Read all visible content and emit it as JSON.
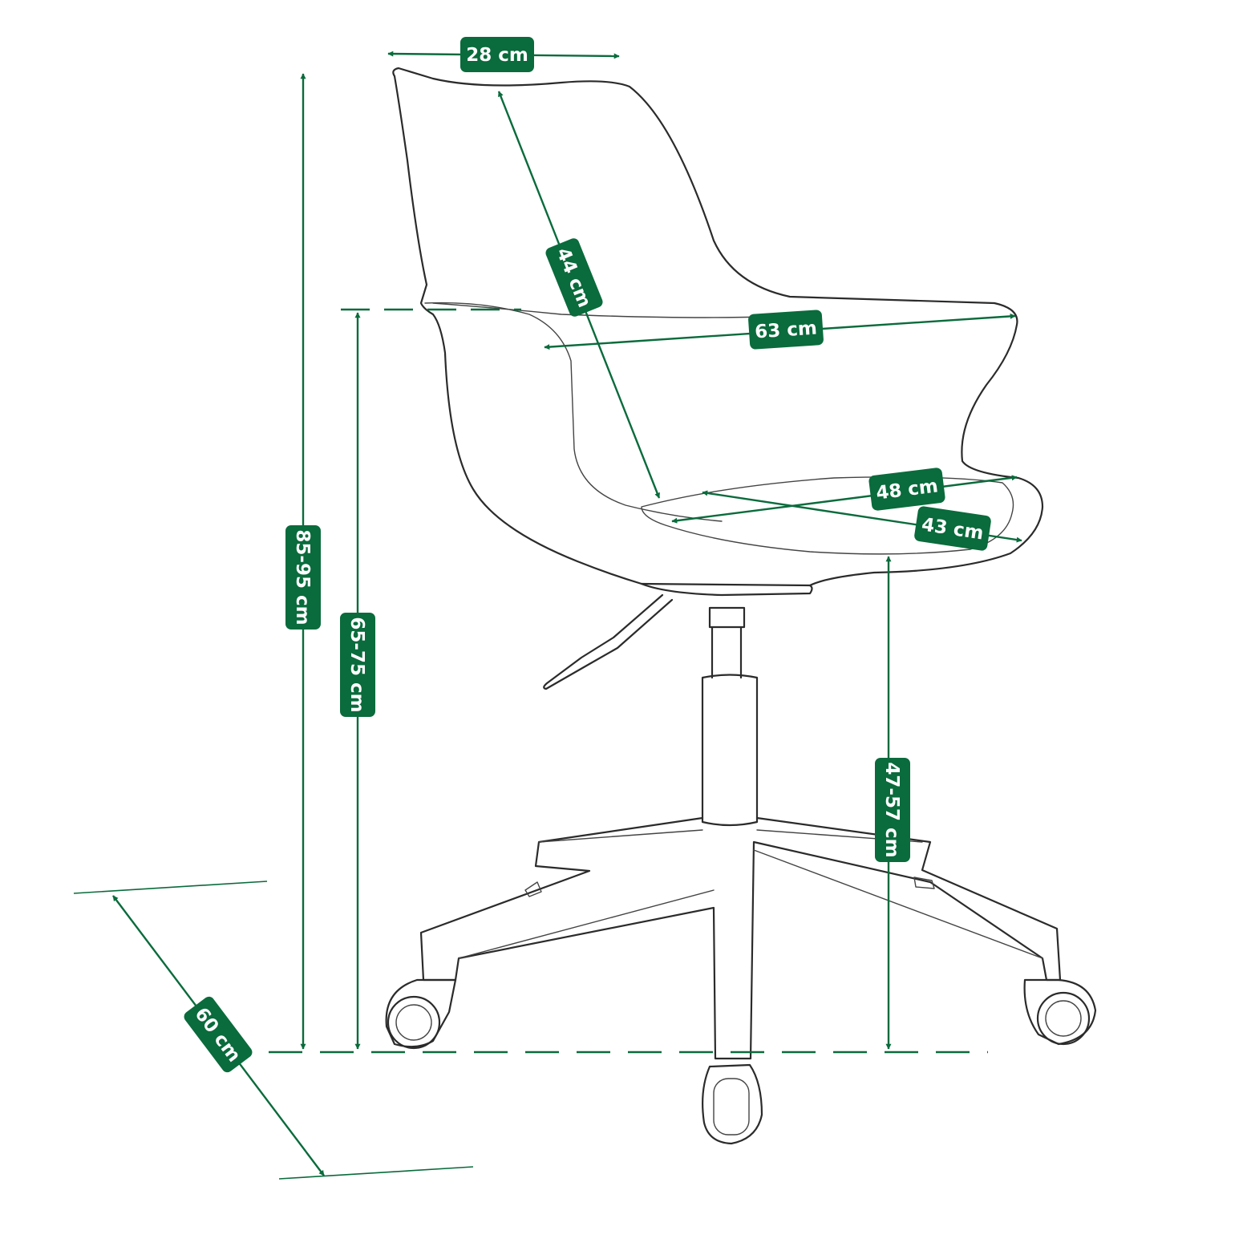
{
  "colors": {
    "accent": "#0a6b3c",
    "outline": "#2b2b2b",
    "label_text": "#ffffff",
    "background": "#ffffff"
  },
  "product": "swivel-office-chair-line-drawing",
  "dimensions": {
    "backrest_top_width": "28 cm",
    "backrest_height": "44 cm",
    "armrest_width": "63 cm",
    "seat_width": "48 cm",
    "seat_depth": "43 cm",
    "total_height": "85-95 cm",
    "armrest_height": "65-75 cm",
    "seat_height": "47-57 cm",
    "base_diameter": "60 cm"
  }
}
